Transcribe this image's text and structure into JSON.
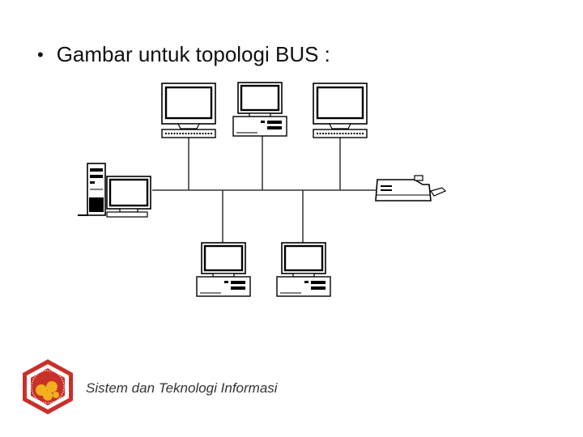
{
  "slide": {
    "bullet": "•",
    "title": "Gambar untuk topologi BUS :",
    "footer": "Sistem dan Teknologi Informasi"
  },
  "diagram": {
    "topology": "bus",
    "nodes": [
      "monitor-keyboard-top-left",
      "desktop-pc-top-center",
      "monitor-keyboard-top-right",
      "tower-workstation-left",
      "printer-right",
      "desktop-pc-bottom-left",
      "desktop-pc-bottom-right"
    ]
  },
  "logo": {
    "icon": "university-seal-icon",
    "color": "#c8302a",
    "accent": "#f2b01e"
  }
}
